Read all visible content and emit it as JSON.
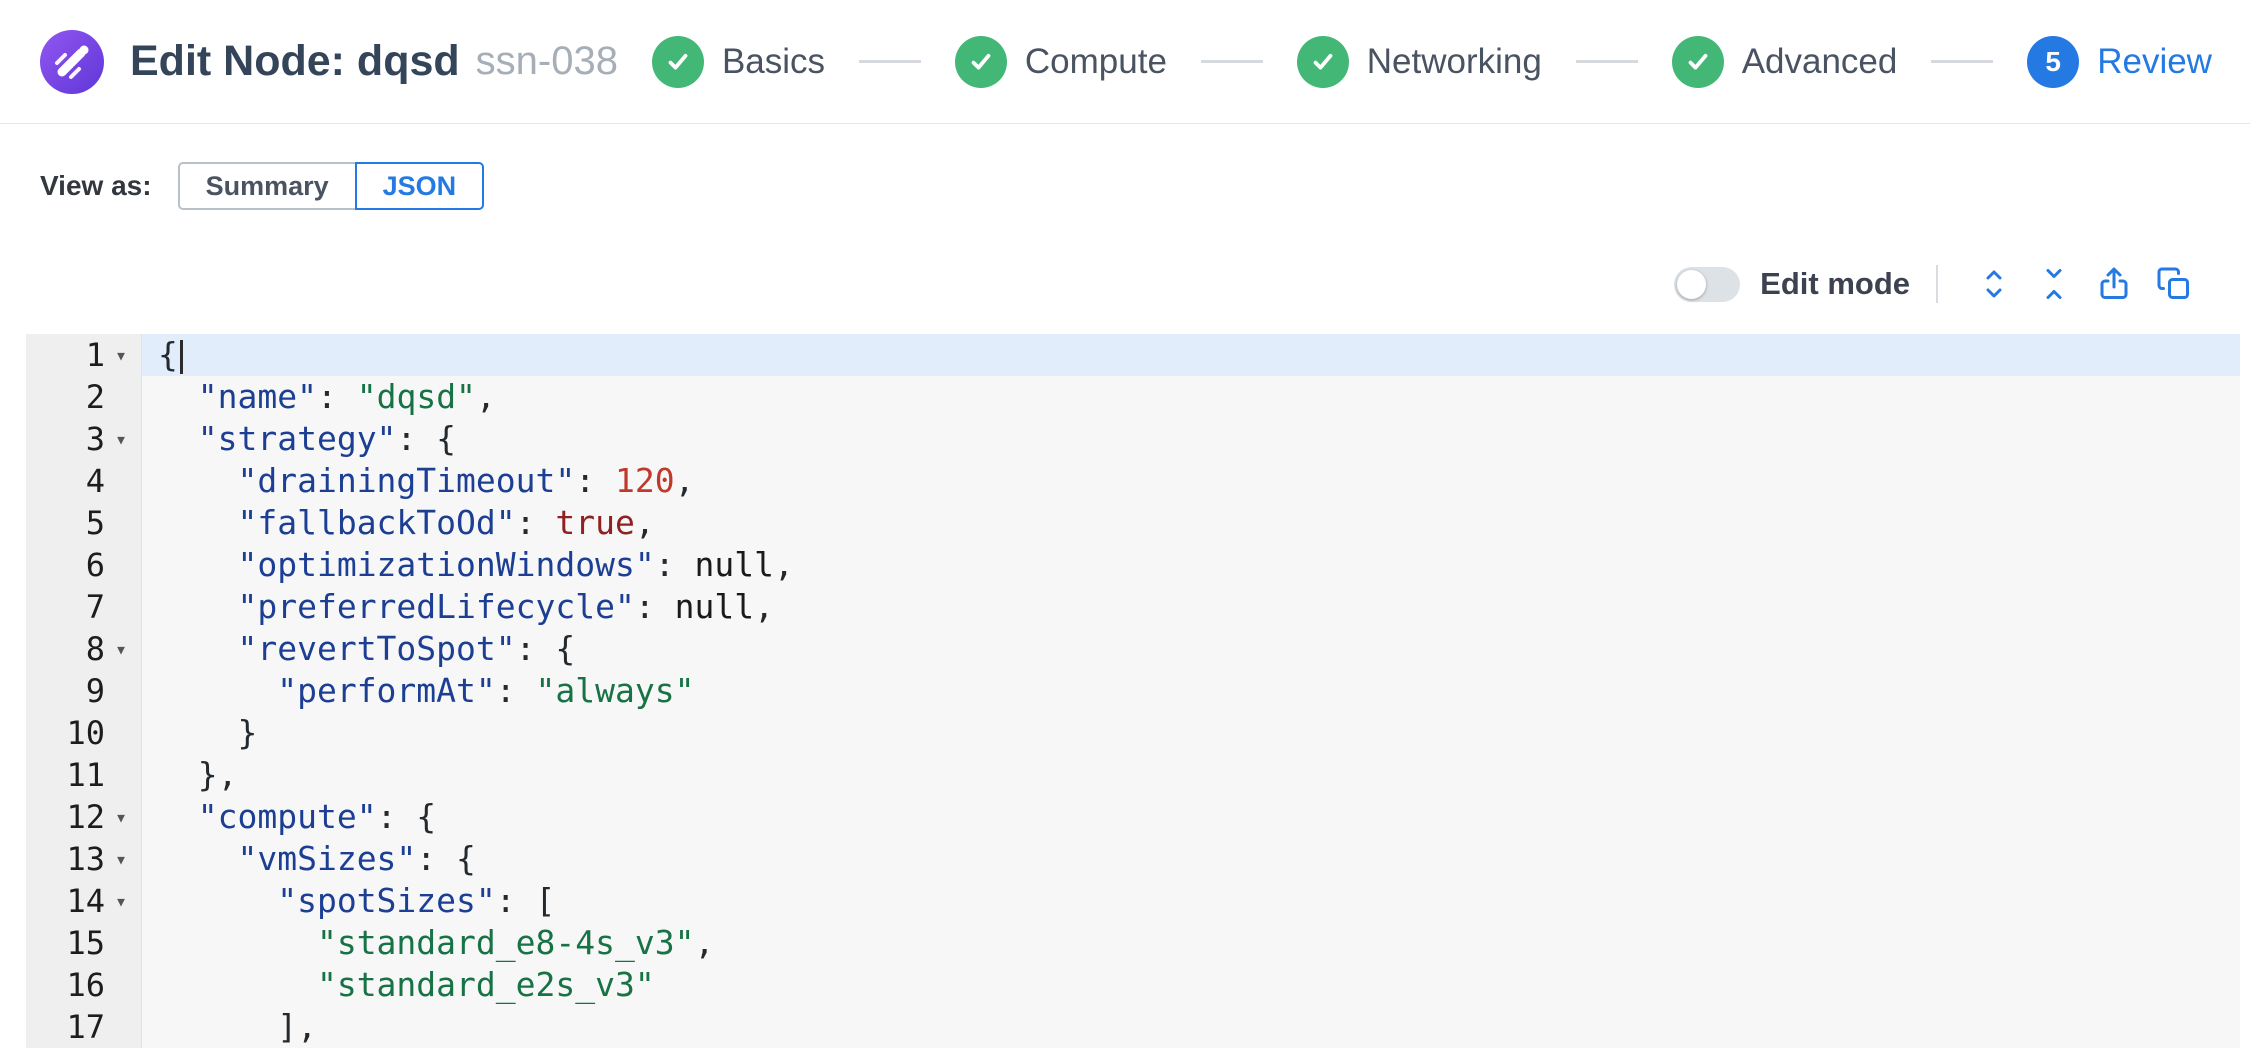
{
  "header": {
    "title": "Edit Node: dqsd",
    "subtitle": "ssn-038",
    "steps": [
      {
        "label": "Basics",
        "state": "complete"
      },
      {
        "label": "Compute",
        "state": "complete"
      },
      {
        "label": "Networking",
        "state": "complete"
      },
      {
        "label": "Advanced",
        "state": "complete"
      },
      {
        "label": "Review",
        "state": "current",
        "number": "5"
      }
    ]
  },
  "view_as": {
    "label": "View as:",
    "options": [
      {
        "label": "Summary",
        "selected": false
      },
      {
        "label": "JSON",
        "selected": true
      }
    ]
  },
  "toolbar": {
    "edit_mode_label": "Edit mode",
    "edit_mode_on": false,
    "icons": [
      "expand-all-icon",
      "collapse-all-icon",
      "export-icon",
      "copy-icon"
    ]
  },
  "colors": {
    "brand_purple": "#7c4dff",
    "step_complete_green": "#43b876",
    "accent_blue": "#2479e2",
    "json_key": "#1c3f94",
    "json_string": "#177245",
    "json_number": "#c0392b",
    "json_boolean": "#8f2121",
    "json_null": "#1a1a1a",
    "active_line_bg": "#e2edfb"
  },
  "editor": {
    "active_line": 1,
    "lines": [
      {
        "n": 1,
        "fold": true,
        "active": true,
        "t": [
          [
            "p",
            "{"
          ]
        ]
      },
      {
        "n": 2,
        "fold": false,
        "t": [
          [
            "p",
            "  "
          ],
          [
            "k",
            "\"name\""
          ],
          [
            "p",
            ": "
          ],
          [
            "s",
            "\"dqsd\""
          ],
          [
            "p",
            ","
          ]
        ]
      },
      {
        "n": 3,
        "fold": true,
        "t": [
          [
            "p",
            "  "
          ],
          [
            "k",
            "\"strategy\""
          ],
          [
            "p",
            ": {"
          ]
        ]
      },
      {
        "n": 4,
        "fold": false,
        "t": [
          [
            "p",
            "    "
          ],
          [
            "k",
            "\"drainingTimeout\""
          ],
          [
            "p",
            ": "
          ],
          [
            "n",
            "120"
          ],
          [
            "p",
            ","
          ]
        ]
      },
      {
        "n": 5,
        "fold": false,
        "t": [
          [
            "p",
            "    "
          ],
          [
            "k",
            "\"fallbackToOd\""
          ],
          [
            "p",
            ": "
          ],
          [
            "b",
            "true"
          ],
          [
            "p",
            ","
          ]
        ]
      },
      {
        "n": 6,
        "fold": false,
        "t": [
          [
            "p",
            "    "
          ],
          [
            "k",
            "\"optimizationWindows\""
          ],
          [
            "p",
            ": "
          ],
          [
            "u",
            "null"
          ],
          [
            "p",
            ","
          ]
        ]
      },
      {
        "n": 7,
        "fold": false,
        "t": [
          [
            "p",
            "    "
          ],
          [
            "k",
            "\"preferredLifecycle\""
          ],
          [
            "p",
            ": "
          ],
          [
            "u",
            "null"
          ],
          [
            "p",
            ","
          ]
        ]
      },
      {
        "n": 8,
        "fold": true,
        "t": [
          [
            "p",
            "    "
          ],
          [
            "k",
            "\"revertToSpot\""
          ],
          [
            "p",
            ": {"
          ]
        ]
      },
      {
        "n": 9,
        "fold": false,
        "t": [
          [
            "p",
            "      "
          ],
          [
            "k",
            "\"performAt\""
          ],
          [
            "p",
            ": "
          ],
          [
            "s",
            "\"always\""
          ]
        ]
      },
      {
        "n": 10,
        "fold": false,
        "t": [
          [
            "p",
            "    }"
          ]
        ]
      },
      {
        "n": 11,
        "fold": false,
        "t": [
          [
            "p",
            "  },"
          ]
        ]
      },
      {
        "n": 12,
        "fold": true,
        "t": [
          [
            "p",
            "  "
          ],
          [
            "k",
            "\"compute\""
          ],
          [
            "p",
            ": {"
          ]
        ]
      },
      {
        "n": 13,
        "fold": true,
        "t": [
          [
            "p",
            "    "
          ],
          [
            "k",
            "\"vmSizes\""
          ],
          [
            "p",
            ": {"
          ]
        ]
      },
      {
        "n": 14,
        "fold": true,
        "t": [
          [
            "p",
            "      "
          ],
          [
            "k",
            "\"spotSizes\""
          ],
          [
            "p",
            ": ["
          ]
        ]
      },
      {
        "n": 15,
        "fold": false,
        "t": [
          [
            "p",
            "        "
          ],
          [
            "s",
            "\"standard_e8-4s_v3\""
          ],
          [
            "p",
            ","
          ]
        ]
      },
      {
        "n": 16,
        "fold": false,
        "t": [
          [
            "p",
            "        "
          ],
          [
            "s",
            "\"standard_e2s_v3\""
          ]
        ]
      },
      {
        "n": 17,
        "fold": false,
        "t": [
          [
            "p",
            "      ],"
          ]
        ]
      }
    ]
  }
}
